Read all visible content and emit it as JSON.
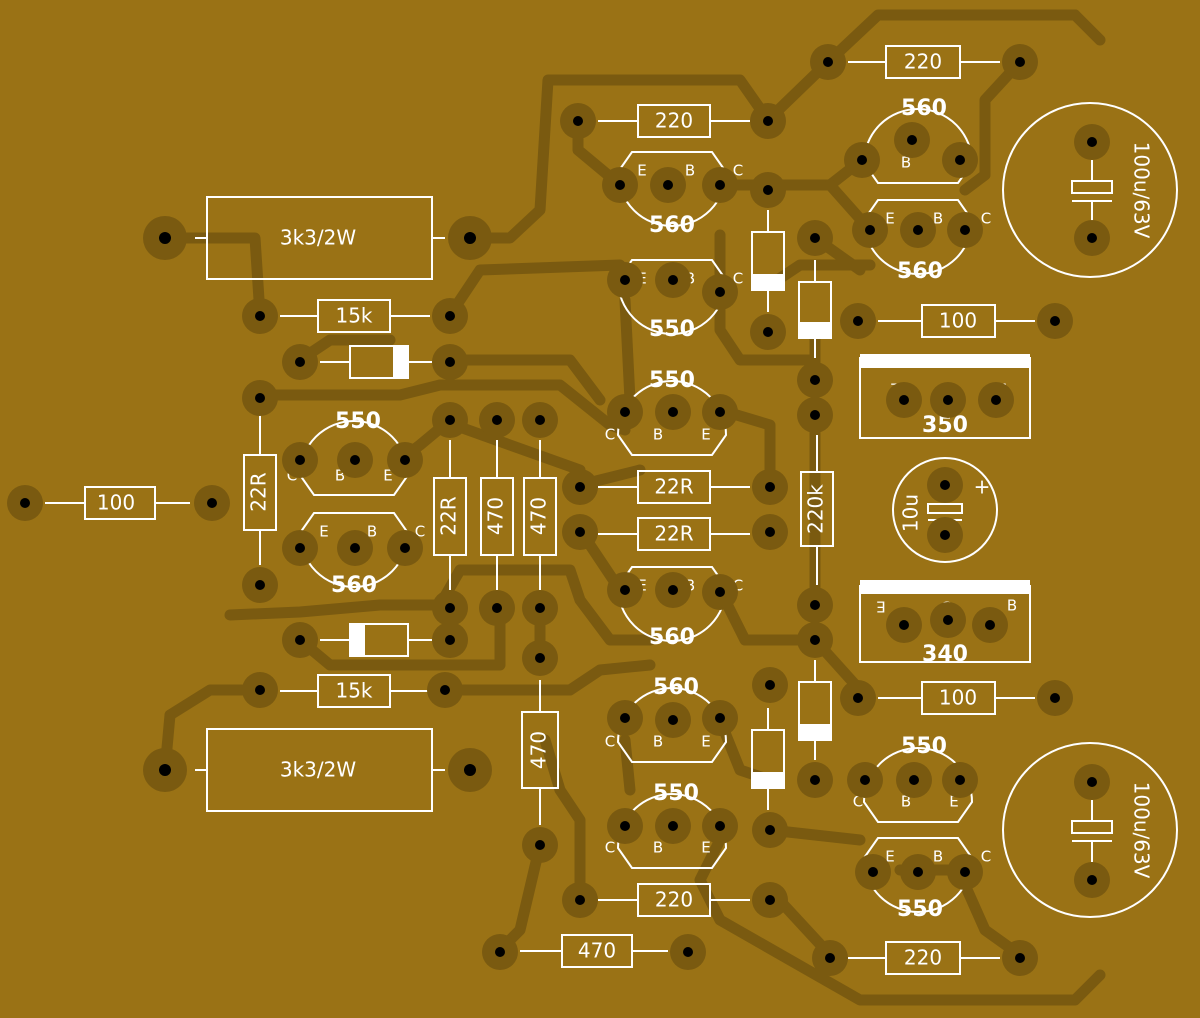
{
  "board": {
    "background": "#9a7215",
    "copper": "#7a5a10",
    "silk": "#ffffff"
  },
  "resistors": [
    {
      "id": "r_in",
      "label": "100"
    },
    {
      "id": "r_3k3_top",
      "label": "3k3/2W"
    },
    {
      "id": "r_15k_top",
      "label": "15k"
    },
    {
      "id": "r_22r_v",
      "label": "22R"
    },
    {
      "id": "r_22r_v2",
      "label": "22R"
    },
    {
      "id": "r_470_v1",
      "label": "470"
    },
    {
      "id": "r_470_v2",
      "label": "470"
    },
    {
      "id": "r_15k_bot",
      "label": "15k"
    },
    {
      "id": "r_3k3_bot",
      "label": "3k3/2W"
    },
    {
      "id": "r_470_v3",
      "label": "470"
    },
    {
      "id": "r_470_h",
      "label": "470"
    },
    {
      "id": "r_220_a",
      "label": "220"
    },
    {
      "id": "r_220_top",
      "label": "220"
    },
    {
      "id": "r_22r_h1",
      "label": "22R"
    },
    {
      "id": "r_22r_h2",
      "label": "22R"
    },
    {
      "id": "r_220k",
      "label": "220k"
    },
    {
      "id": "r_100_top",
      "label": "100"
    },
    {
      "id": "r_100_bot",
      "label": "100"
    },
    {
      "id": "r_220_b",
      "label": "220"
    },
    {
      "id": "r_220_bot",
      "label": "220"
    }
  ],
  "transistors": [
    {
      "id": "q1",
      "label": "560",
      "pins": [
        "E",
        "B",
        "C"
      ]
    },
    {
      "id": "q2",
      "label": "550",
      "pins": [
        "E",
        "B",
        "C"
      ]
    },
    {
      "id": "q3",
      "label": "550",
      "pins": [
        "C",
        "B",
        "E"
      ]
    },
    {
      "id": "q4",
      "label": "560",
      "pins": [
        "E",
        "B",
        "C"
      ]
    },
    {
      "id": "q5",
      "label": "560",
      "pins": [
        "C",
        "B",
        "E"
      ]
    },
    {
      "id": "q6",
      "label": "550",
      "pins": [
        "C",
        "B",
        "E"
      ]
    },
    {
      "id": "q7",
      "label": "560",
      "pins": [
        "C",
        "B",
        "E"
      ]
    },
    {
      "id": "q8",
      "label": "560",
      "pins": [
        "E",
        "B",
        "C"
      ]
    },
    {
      "id": "q9",
      "label": "550",
      "pins": [
        "C",
        "B",
        "E"
      ]
    },
    {
      "id": "q10",
      "label": "550",
      "pins": [
        "E",
        "B",
        "C"
      ]
    },
    {
      "id": "q11",
      "label": "550",
      "pins": [
        "C",
        "B",
        "E"
      ]
    },
    {
      "id": "q12",
      "label": "560",
      "pins": [
        "E",
        "B",
        "C"
      ]
    }
  ],
  "power_transistors": [
    {
      "id": "t350",
      "label": "350",
      "pins": [
        "E",
        "C",
        "B"
      ]
    },
    {
      "id": "t340",
      "label": "340",
      "pins": [
        "E",
        "C",
        "B"
      ]
    }
  ],
  "capacitors": [
    {
      "id": "c_top",
      "label": "100u/63V"
    },
    {
      "id": "c_mid",
      "label": "10u",
      "polarity": "+"
    },
    {
      "id": "c_bot",
      "label": "100u/63V"
    }
  ]
}
